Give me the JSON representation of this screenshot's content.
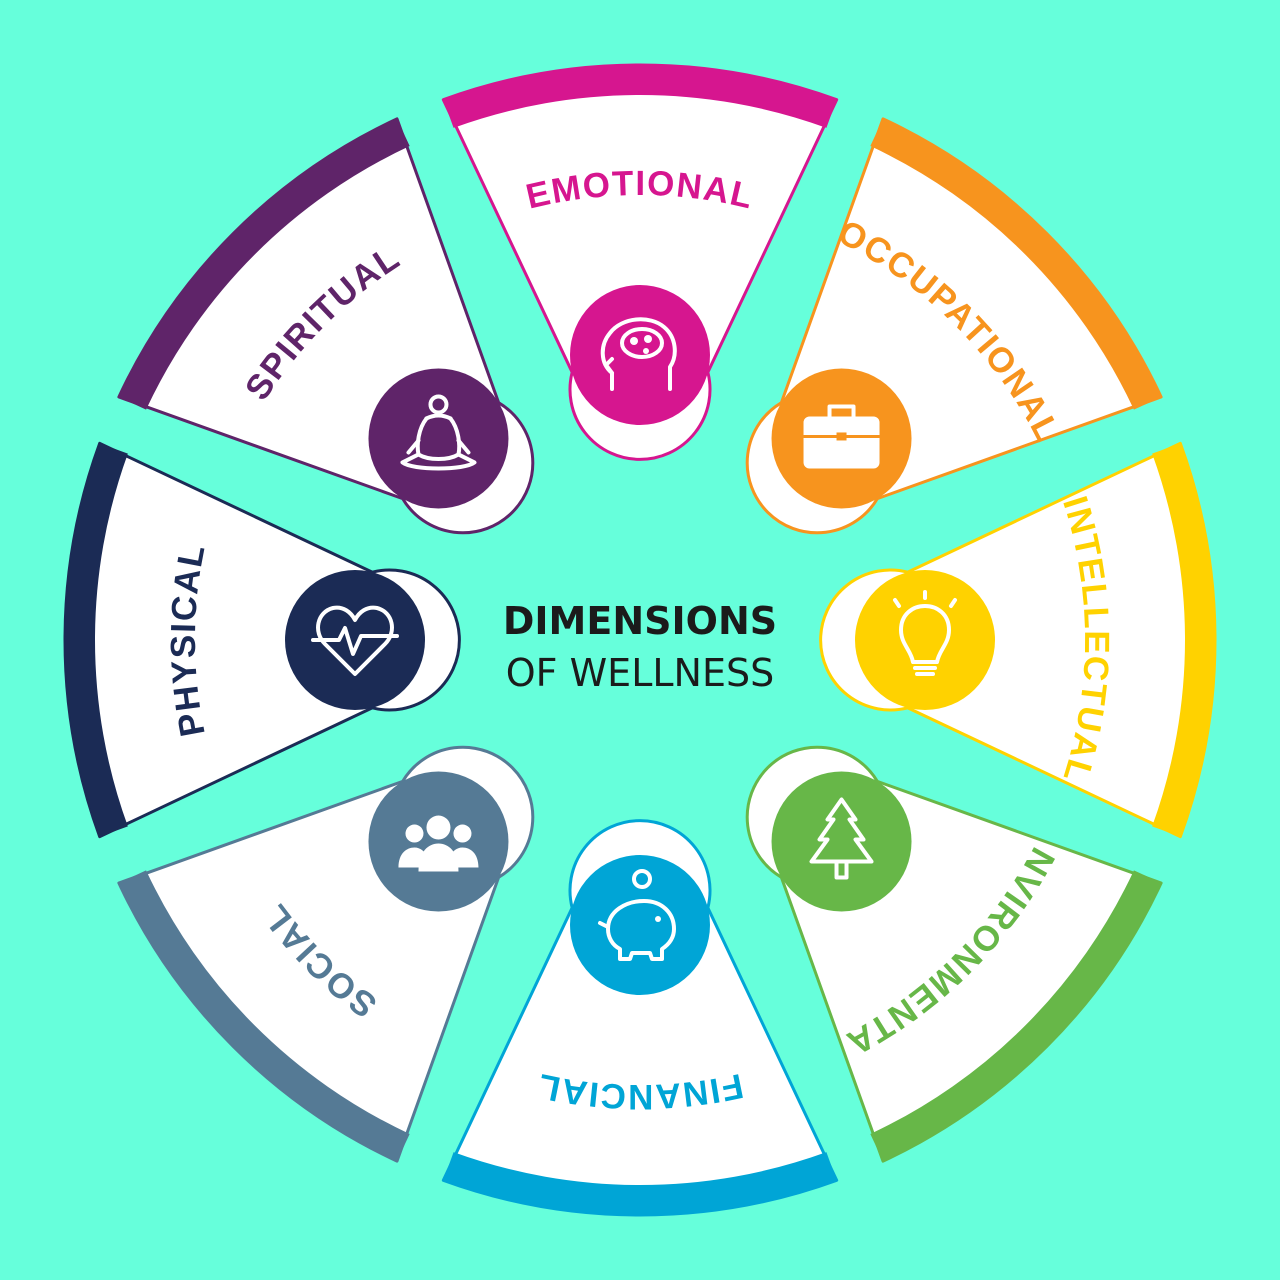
{
  "title": {
    "line1": "DIMENSIONS",
    "line2": "OF WELLNESS"
  },
  "background_color": "#66FFDB",
  "segments": [
    {
      "id": "emotional",
      "label": "EMOTIONAL",
      "color": "#D6168F",
      "icon": "head-brain-icon"
    },
    {
      "id": "occupational",
      "label": "OCCUPATIONAL",
      "color": "#F7941E",
      "icon": "briefcase-icon"
    },
    {
      "id": "intellectual",
      "label": "INTELLECTUAL",
      "color": "#FFD200",
      "icon": "lightbulb-icon"
    },
    {
      "id": "environmental",
      "label": "ENVIRONMENTAL",
      "color": "#67B748",
      "icon": "tree-icon"
    },
    {
      "id": "financial",
      "label": "FINANCIAL",
      "color": "#00A5D6",
      "icon": "piggy-bank-icon"
    },
    {
      "id": "social",
      "label": "SOCIAL",
      "color": "#557A95",
      "icon": "people-group-icon"
    },
    {
      "id": "physical",
      "label": "PHYSICAL",
      "color": "#1B2B55",
      "icon": "heart-pulse-icon"
    },
    {
      "id": "spiritual",
      "label": "SPIRITUAL",
      "color": "#5F2469",
      "icon": "meditation-icon"
    }
  ]
}
